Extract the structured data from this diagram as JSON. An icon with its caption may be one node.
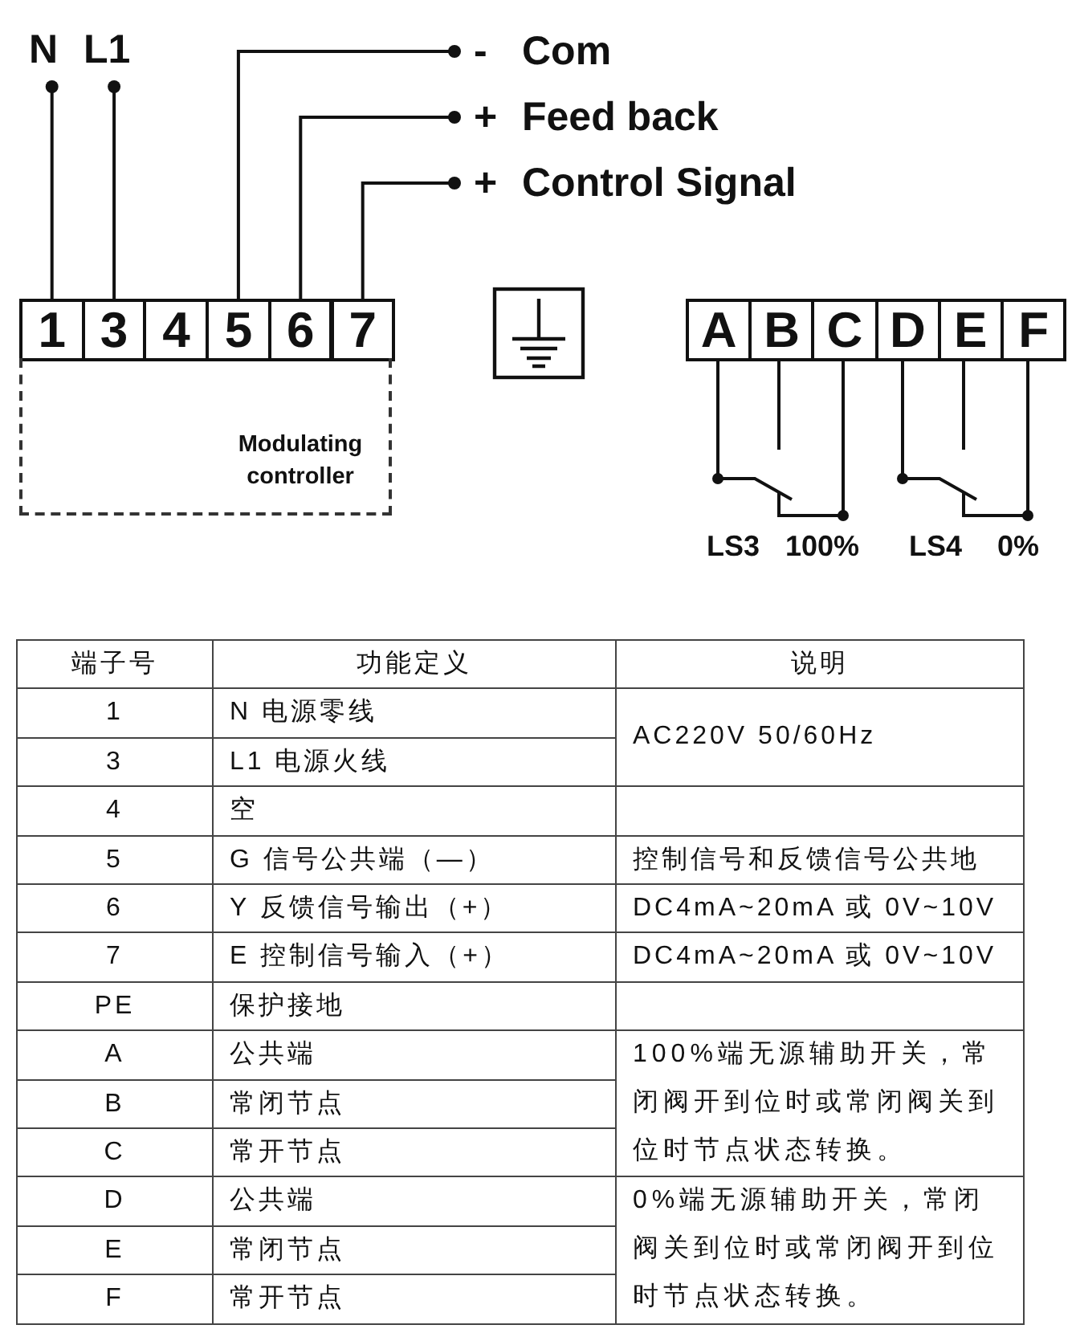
{
  "diagram": {
    "nodes": [
      {
        "text": [
          "N"
        ]
      },
      {
        "text": [
          "L1"
        ]
      },
      {
        "text": [
          "Com"
        ],
        "beside": [
          "-"
        ]
      },
      {
        "text": [
          "Feed back"
        ],
        "beside": [
          "+"
        ]
      },
      {
        "text": [
          "Control Signal"
        ],
        "beside": [
          "+"
        ]
      },
      {
        "text": [
          "1"
        ]
      },
      {
        "text": [
          "3"
        ]
      },
      {
        "text": [
          "4"
        ]
      },
      {
        "text": [
          "5"
        ]
      },
      {
        "text": [
          "6"
        ]
      },
      {
        "text": [
          "7"
        ]
      },
      {
        "text": [
          "Modulating controller"
        ]
      },
      {
        "text": [
          "A"
        ]
      },
      {
        "text": [
          "B"
        ]
      },
      {
        "text": [
          "C"
        ]
      },
      {
        "text": [
          "D"
        ]
      },
      {
        "text": [
          "E"
        ]
      },
      {
        "text": [
          "F"
        ]
      }
    ],
    "edges": [
      {
        "from": 0,
        "to": 5,
        "arrow": "other"
      },
      {
        "from": 1,
        "to": 6,
        "arrow": "other"
      },
      {
        "from": 2,
        "to": 8,
        "arrow": "other"
      },
      {
        "from": 3,
        "to": 9,
        "arrow": "other"
      },
      {
        "from": 4,
        "to": 10,
        "arrow": "other"
      }
    ],
    "labels": [
      "LS3",
      "100%",
      "LS4",
      "0%",
      "端子号",
      "功能定义",
      "说明",
      "1",
      "N 电源零线",
      "AC220V 50/60Hz",
      "3",
      "L1 电源火线",
      "4",
      "空",
      "5",
      "G 信号公共端（—）",
      "控制信号和反馈信号公共地",
      "6",
      "Y 反馈信号输出（+）",
      "DC4mA~20mA 或 0V~10V",
      "7",
      "E 控制信号输入（+）",
      "DC4mA~20mA 或 0V~10V",
      "PE",
      "保护接地",
      "A",
      "公共端",
      "100%端无源辅助开关，常闭阀开到位时或常闭阀关到位时节点状态转换。",
      "B",
      "常闭节点",
      "C",
      "常开节点",
      "D",
      "公共端",
      "0%端无源辅助开关，常闭阀关到位时或常闭阀开到位时节点状态转换。",
      "E",
      "常闭节点",
      "F",
      "常开节点"
    ]
  }
}
